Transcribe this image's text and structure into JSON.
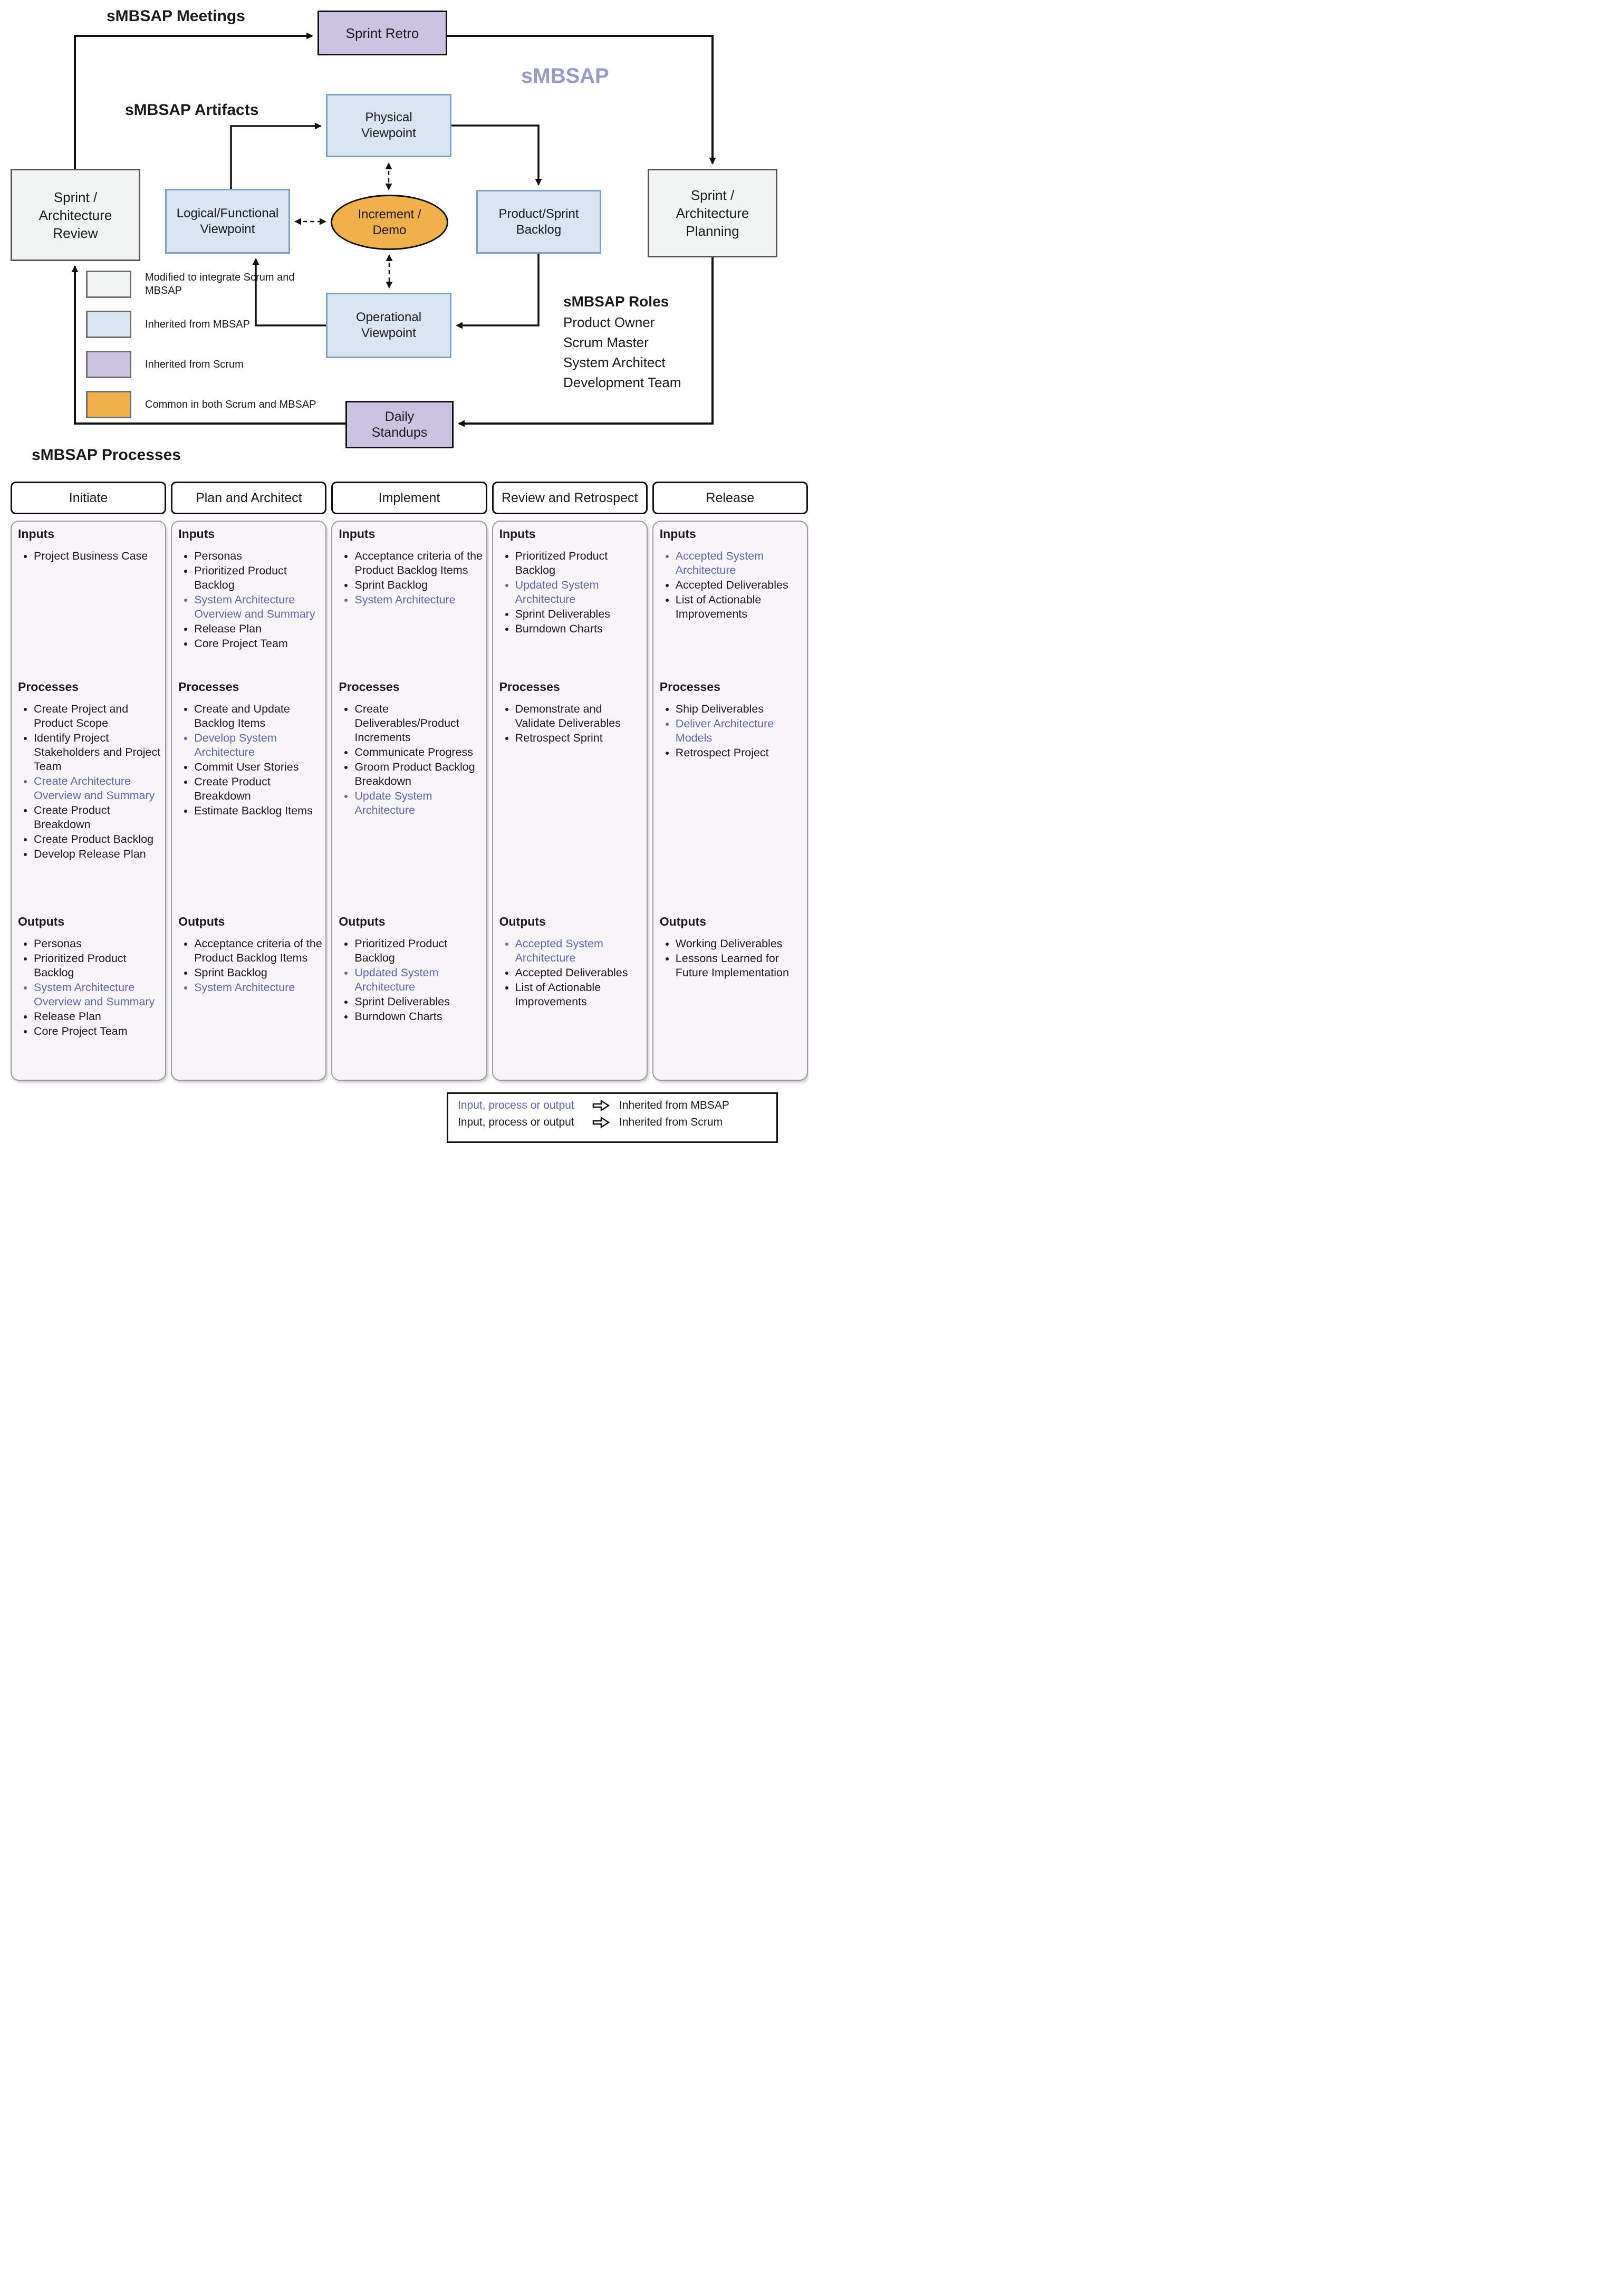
{
  "diagram": {
    "meetings_label": "sMBSAP Meetings",
    "artifacts_label": "sMBSAP Artifacts",
    "title": "sMBSAP",
    "boxes": {
      "sprint_retro": "Sprint Retro",
      "physical": "Physical Viewpoint",
      "logical": "Logical/Functional Viewpoint",
      "increment": "Increment / Demo",
      "backlog": "Product/Sprint Backlog",
      "review": "Sprint / Architecture Review",
      "planning": "Sprint / Architecture Planning",
      "operational": "Operational Viewpoint",
      "daily": "Daily Standups"
    },
    "roles": {
      "title": "sMBSAP Roles",
      "items": [
        "Product Owner",
        "Scrum Master",
        "System Architect",
        "Development Team"
      ]
    },
    "legend": [
      {
        "name": "modified-swatch",
        "label": "Modified to integrate Scrum and MBSAP",
        "color": "#f2f4f3"
      },
      {
        "name": "mbsap-swatch",
        "label": "Inherited from MBSAP",
        "color": "#d9e5f3"
      },
      {
        "name": "scrum-swatch",
        "label": "Inherited from Scrum",
        "color": "#cac3e2"
      },
      {
        "name": "common-swatch",
        "label": "Common in both Scrum and MBSAP",
        "color": "#f0b04b"
      }
    ]
  },
  "processes": {
    "title": "sMBSAP Processes",
    "section_labels": {
      "inputs": "Inputs",
      "processes": "Processes",
      "outputs": "Outputs"
    },
    "columns": [
      {
        "label": "Initiate",
        "inputs": [
          {
            "text": "Project Business Case",
            "inherited": "scrum"
          }
        ],
        "processes": [
          {
            "text": "Create Project and Product Scope",
            "inherited": "scrum"
          },
          {
            "text": "Identify Project Stakeholders and Project Team",
            "inherited": "scrum"
          },
          {
            "text": "Create Architecture Overview and Summary",
            "inherited": "mbsap"
          },
          {
            "text": "Create Product Breakdown",
            "inherited": "scrum"
          },
          {
            "text": "Create Product Backlog",
            "inherited": "scrum"
          },
          {
            "text": "Develop Release Plan",
            "inherited": "scrum"
          }
        ],
        "outputs": [
          {
            "text": "Personas",
            "inherited": "scrum"
          },
          {
            "text": "Prioritized Product Backlog",
            "inherited": "scrum"
          },
          {
            "text": "System Architecture Overview and Summary",
            "inherited": "mbsap"
          },
          {
            "text": "Release Plan",
            "inherited": "scrum"
          },
          {
            "text": "Core Project Team",
            "inherited": "scrum"
          }
        ]
      },
      {
        "label": "Plan and Architect",
        "inputs": [
          {
            "text": "Personas",
            "inherited": "scrum"
          },
          {
            "text": "Prioritized Product Backlog",
            "inherited": "scrum"
          },
          {
            "text": "System Architecture Overview and Summary",
            "inherited": "mbsap"
          },
          {
            "text": "Release Plan",
            "inherited": "scrum"
          },
          {
            "text": "Core Project Team",
            "inherited": "scrum"
          }
        ],
        "processes": [
          {
            "text": "Create and Update Backlog Items",
            "inherited": "scrum"
          },
          {
            "text": "Develop System Architecture",
            "inherited": "mbsap"
          },
          {
            "text": "Commit User Stories",
            "inherited": "scrum"
          },
          {
            "text": "Create Product Breakdown",
            "inherited": "scrum"
          },
          {
            "text": "Estimate Backlog Items",
            "inherited": "scrum"
          }
        ],
        "outputs": [
          {
            "text": "Acceptance criteria of the Product Backlog Items",
            "inherited": "scrum"
          },
          {
            "text": "Sprint Backlog",
            "inherited": "scrum"
          },
          {
            "text": "System Architecture",
            "inherited": "mbsap"
          }
        ]
      },
      {
        "label": "Implement",
        "inputs": [
          {
            "text": "Acceptance criteria of the Product Backlog Items",
            "inherited": "scrum"
          },
          {
            "text": "Sprint Backlog",
            "inherited": "scrum"
          },
          {
            "text": "System Architecture",
            "inherited": "mbsap"
          }
        ],
        "processes": [
          {
            "text": "Create Deliverables/Product Increments",
            "inherited": "scrum"
          },
          {
            "text": "Communicate Progress",
            "inherited": "scrum"
          },
          {
            "text": "Groom Product Backlog Breakdown",
            "inherited": "scrum"
          },
          {
            "text": "Update System Architecture",
            "inherited": "mbsap"
          }
        ],
        "outputs": [
          {
            "text": "Prioritized Product Backlog",
            "inherited": "scrum"
          },
          {
            "text": "Updated System Architecture",
            "inherited": "mbsap"
          },
          {
            "text": "Sprint Deliverables",
            "inherited": "scrum"
          },
          {
            "text": "Burndown Charts",
            "inherited": "scrum"
          }
        ]
      },
      {
        "label": "Review and Retrospect",
        "inputs": [
          {
            "text": "Prioritized Product Backlog",
            "inherited": "scrum"
          },
          {
            "text": "Updated System Architecture",
            "inherited": "mbsap"
          },
          {
            "text": "Sprint Deliverables",
            "inherited": "scrum"
          },
          {
            "text": "Burndown Charts",
            "inherited": "scrum"
          }
        ],
        "processes": [
          {
            "text": "Demonstrate and Validate Deliverables",
            "inherited": "scrum"
          },
          {
            "text": "Retrospect Sprint",
            "inherited": "scrum"
          }
        ],
        "outputs": [
          {
            "text": "Accepted System Architecture",
            "inherited": "mbsap"
          },
          {
            "text": "Accepted Deliverables",
            "inherited": "scrum"
          },
          {
            "text": "List of Actionable Improvements",
            "inherited": "scrum"
          }
        ]
      },
      {
        "label": "Release",
        "inputs": [
          {
            "text": "Accepted System Architecture",
            "inherited": "mbsap"
          },
          {
            "text": "Accepted Deliverables",
            "inherited": "scrum"
          },
          {
            "text": "List of Actionable Improvements",
            "inherited": "scrum"
          }
        ],
        "processes": [
          {
            "text": "Ship Deliverables",
            "inherited": "scrum"
          },
          {
            "text": "Deliver Architecture Models",
            "inherited": "mbsap"
          },
          {
            "text": "Retrospect Project",
            "inherited": "scrum"
          }
        ],
        "outputs": [
          {
            "text": "Working Deliverables",
            "inherited": "scrum"
          },
          {
            "text": "Lessons Learned for Future Implementation",
            "inherited": "scrum"
          }
        ]
      }
    ]
  },
  "footer_legend": {
    "rows": [
      {
        "sample": "Input, process or output",
        "style": "mbsap",
        "meaning": "Inherited from MBSAP"
      },
      {
        "sample": "Input, process or output",
        "style": "scrum",
        "meaning": "Inherited from Scrum"
      }
    ]
  },
  "colors": {
    "inherited_mbsap_text": "#5d66b4",
    "scrum_box": "#cac3e2",
    "mbsap_box": "#d9e5f3",
    "modified_box": "#f2f4f3",
    "common_box": "#f0b04b",
    "title_purple": "#989ac8"
  }
}
